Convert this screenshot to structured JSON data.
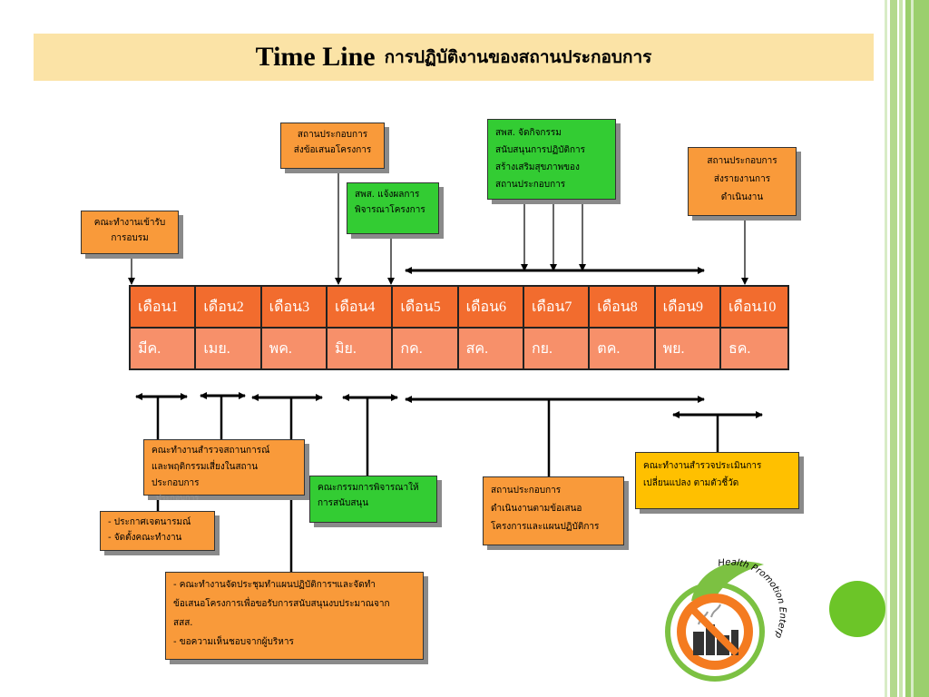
{
  "title": {
    "main": "Time Line",
    "thai": "การปฏิบัติงานของสถานประกอบการ"
  },
  "months": [
    "เดือน1",
    "เดือน2",
    "เดือน3",
    "เดือน4",
    "เดือน5",
    "เดือน6",
    "เดือน7",
    "เดือน8",
    "เดือน9",
    "เดือน10"
  ],
  "month_abbr": [
    "มีค.",
    "เมย.",
    "พค.",
    "มิย.",
    "กค.",
    "สค.",
    "กย.",
    "ตค.",
    "พย.",
    "ธค."
  ],
  "top_boxes": {
    "training": [
      "คณะทำงานเข้ารับ",
      "การอบรม"
    ],
    "submit": [
      "สถานประกอบการ",
      "ส่งข้อเสนอโครงการ"
    ],
    "notify": [
      "สพส. แจ้งผลการ",
      "พิจารณาโครงการ"
    ],
    "activities": [
      "สพส. จัดกิจกรรม",
      "สนับสนุนการปฏิบัติการ",
      "สร้างเสริมสุขภาพของ",
      "สถานประกอบการ"
    ],
    "report": [
      "สถานประกอบการ",
      "ส่งรายงานการ",
      "ดำเนินงาน"
    ]
  },
  "bottom_boxes": {
    "survey": [
      "คณะทำงานสำรวจสถานการณ์",
      "และพฤติกรรมเสี่ยงในสถาน",
      "ประกอบการ"
    ],
    "survey_faint": "ประกอบการ",
    "announce": [
      "- ประกาศเจตนารมณ์",
      "- จัดตั้งคณะทำงาน"
    ],
    "meeting": [
      "- คณะทำงานจัดประชุมทำแผนปฏิบัติการฯและจัดทำ",
      "ข้อเสนอโครงการเพื่อขอรับการสนับสนุนงบประมาณจาก",
      "สสส.",
      "- ขอความเห็นชอบจากผู้บริหาร"
    ],
    "committee": [
      "คณะกรรมการพิจารณาให้",
      "การสนับสนุน"
    ],
    "implement": [
      "สถานประกอบการ",
      "ดำเนินงานตามข้อเสนอ",
      "โครงการและแผนปฏิบัติการ"
    ],
    "evaluate": [
      "คณะทำงานสำรวจประเมินการ",
      "เปลี่ยนแปลง ตามตัวชี้วัด"
    ]
  },
  "logo": {
    "text": "Health Promotion Enterprise",
    "icon": "no-smoking-factory-icon"
  },
  "colors": {
    "orange": "#f99a3a",
    "green": "#33cc33",
    "yellow": "#ffc000",
    "title_bg": "#fbe3a6",
    "table": "#f26c2e"
  }
}
